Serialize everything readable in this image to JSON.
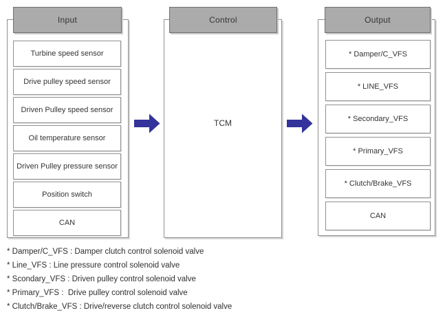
{
  "input_column": {
    "header": "Input",
    "items": [
      "Turbine speed sensor",
      "Drive pulley speed sensor",
      "Driven Pulley speed sensor",
      "Oil temperature sensor",
      "Driven Pulley pressure sensor",
      "Position switch",
      "CAN"
    ]
  },
  "control_column": {
    "header": "Control",
    "label": "TCM"
  },
  "output_column": {
    "header": "Output",
    "items": [
      "* Damper/C_VFS",
      "* LINE_VFS",
      "* Secondary_VFS",
      "* Primary_VFS",
      "* Clutch/Brake_VFS",
      "CAN"
    ]
  },
  "footnotes": [
    "* Damper/C_VFS : Damper clutch control solenoid valve",
    "* Line_VFS : Line pressure control solenoid valve",
    "* Scondary_VFS : Driven pulley control solenoid valve",
    "* Primary_VFS :  Drive pulley control solenoid valve",
    "* Clutch/Brake_VFS : Drive/reverse clutch control solenoid valve"
  ],
  "colors": {
    "arrow": "#33339b",
    "header_bg": "#ababab",
    "header_border": "#6f6f6f",
    "box_border": "#8f8f8f"
  }
}
